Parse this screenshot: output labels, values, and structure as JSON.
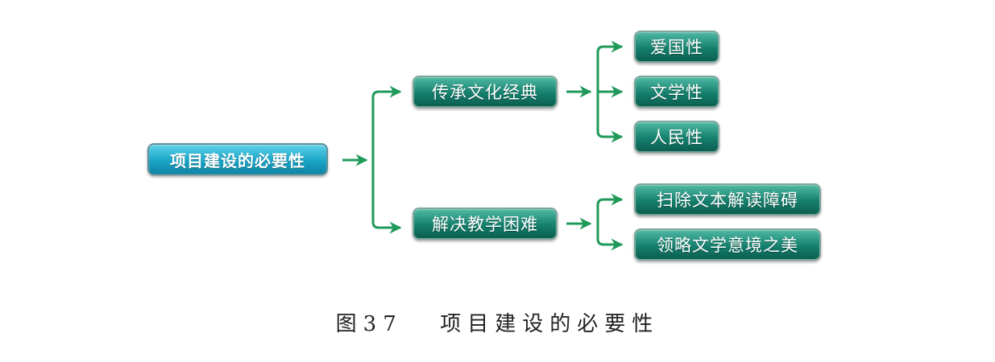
{
  "colors": {
    "connector": "#1f9a5a",
    "node_green": "#15806d",
    "node_root": "#1aa6c7"
  },
  "root": {
    "label": "项目建设的必要性"
  },
  "branches": [
    {
      "label": "传承文化经典",
      "children": [
        {
          "label": "爱国性"
        },
        {
          "label": "文学性"
        },
        {
          "label": "人民性"
        }
      ]
    },
    {
      "label": "解决教学困难",
      "children": [
        {
          "label": "扫除文本解读障碍"
        },
        {
          "label": "领略文学意境之美"
        }
      ]
    }
  ],
  "caption": {
    "number": "图37",
    "title": "项目建设的必要性"
  }
}
